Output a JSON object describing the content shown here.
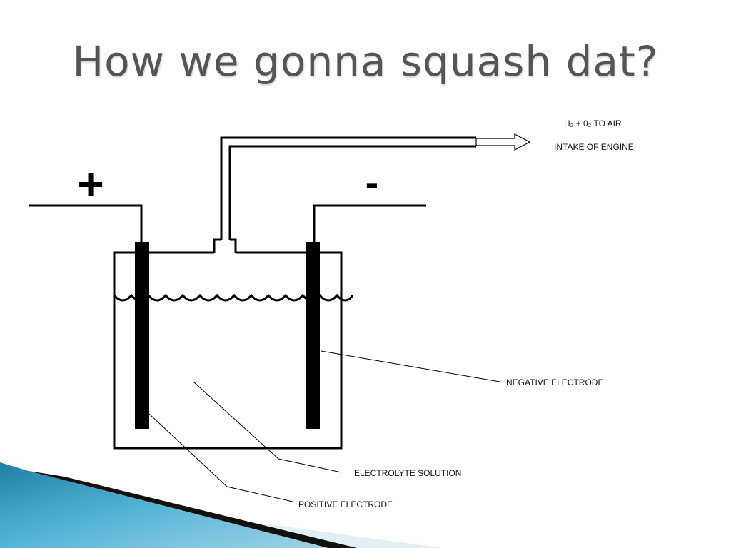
{
  "slide": {
    "title": "How we gonna squash dat?"
  },
  "diagram": {
    "plus_sign": "+",
    "minus_sign": "-",
    "labels": {
      "gas_output": "H₂ + 0₂ TO AIR",
      "intake": "INTAKE OF ENGINE",
      "negative_electrode": "NEGATIVE ELECTRODE",
      "electrolyte": "ELECTROLYTE SOLUTION",
      "positive_electrode": "POSITIVE ELECTRODE"
    }
  },
  "colors": {
    "title": "#555555",
    "accent_blue": "#3aa0c4",
    "accent_light": "#d8ecf3",
    "line": "#000000"
  }
}
